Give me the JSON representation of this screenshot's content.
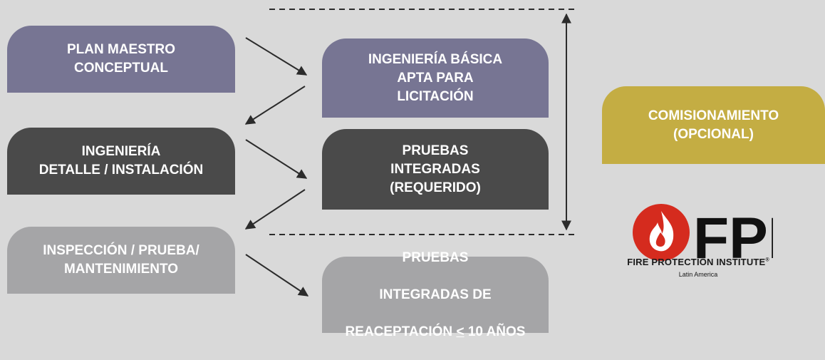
{
  "boxes": {
    "plan_maestro": "PLAN MAESTRO\nCONCEPTUAL",
    "ingenieria_basica": "INGENIERÍA BÁSICA\nAPTA PARA\nLICITACIÓN",
    "ingenieria_detalle": "INGENIERÍA\nDETALLE / INSTALACIÓN",
    "pruebas_integradas": "PRUEBAS\nINTEGRADAS\n(REQUERIDO)",
    "inspeccion": "INSPECCIÓN / PRUEBA/\nMANTENIMIENTO",
    "pruebas_reaceptacion_line1": "PRUEBAS",
    "pruebas_reaceptacion_line2": "INTEGRADAS DE",
    "pruebas_reaceptacion_line3a": "REACEPTACIÓN ",
    "pruebas_reaceptacion_le": "<",
    "pruebas_reaceptacion_line3b": " 10 AÑOS",
    "comisionamiento": "COMISIONAMIENTO\n(OPCIONAL)"
  },
  "logo": {
    "letters": "FPI",
    "name": "FIRE PROTECTION INSTITUTE",
    "registered": "®",
    "region": "Latin America"
  },
  "colors": {
    "purple": "#777593",
    "dark": "#4a4a4a",
    "grey": "#a5a5a7",
    "gold": "#c4ad43",
    "logo_red": "#d52b1e",
    "background": "#d9d9d9"
  }
}
